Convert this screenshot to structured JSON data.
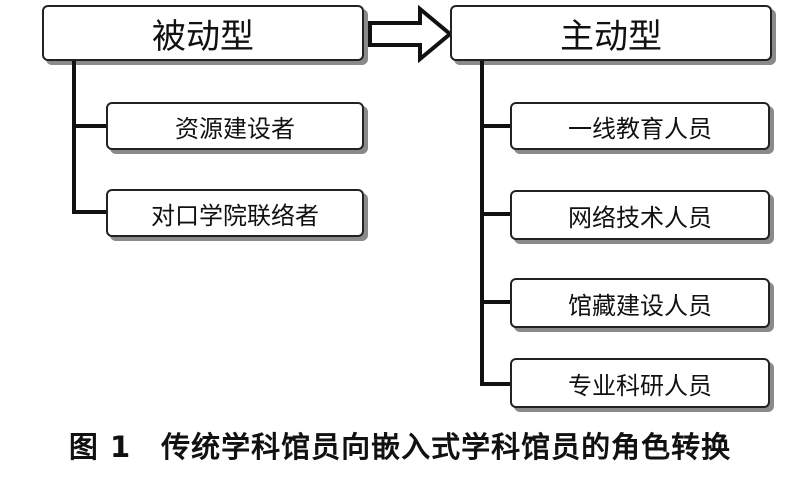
{
  "diagram": {
    "passive": {
      "title": "被动型",
      "roles": [
        "资源建设者",
        "对口学院联络者"
      ]
    },
    "active": {
      "title": "主动型",
      "roles": [
        "一线教育人员",
        "网络技术人员",
        "馆藏建设人员",
        "专业科研人员"
      ]
    },
    "arrow_icon": "thick-right-arrow"
  },
  "caption": {
    "figure_number": "图 1",
    "text": "传统学科馆员向嵌入式学科馆员的角色转换"
  },
  "colors": {
    "border": "#222222",
    "shadow": "#8a8a8a",
    "line": "#111111",
    "background": "#ffffff"
  }
}
